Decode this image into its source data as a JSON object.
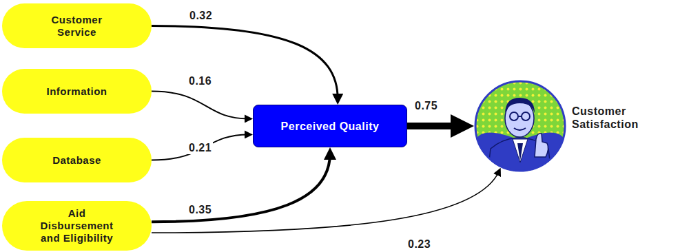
{
  "diagram": {
    "nodes": [
      {
        "text": [
          "Customer Service"
        ]
      },
      {
        "text": [
          "Information"
        ]
      },
      {
        "text": [
          "Database"
        ]
      },
      {
        "text": [
          "Aid Disbursement and Eligibility"
        ]
      },
      {
        "text": [
          "Perceived Quality"
        ]
      },
      {
        "text": [
          "Customer Satisfaction"
        ]
      }
    ],
    "edges": [
      {
        "from": 0,
        "to": 4,
        "label": "0.32",
        "arrow": "to"
      },
      {
        "from": 1,
        "to": 4,
        "label": "0.16",
        "arrow": "to"
      },
      {
        "from": 2,
        "to": 4,
        "label": "0.21",
        "arrow": "to"
      },
      {
        "from": 3,
        "to": 4,
        "label": "0.35",
        "arrow": "to"
      },
      {
        "from": 4,
        "to": 5,
        "label": "0.75",
        "arrow": "to"
      },
      {
        "from": 3,
        "to": 5,
        "label": "0.23",
        "arrow": "to"
      }
    ]
  }
}
